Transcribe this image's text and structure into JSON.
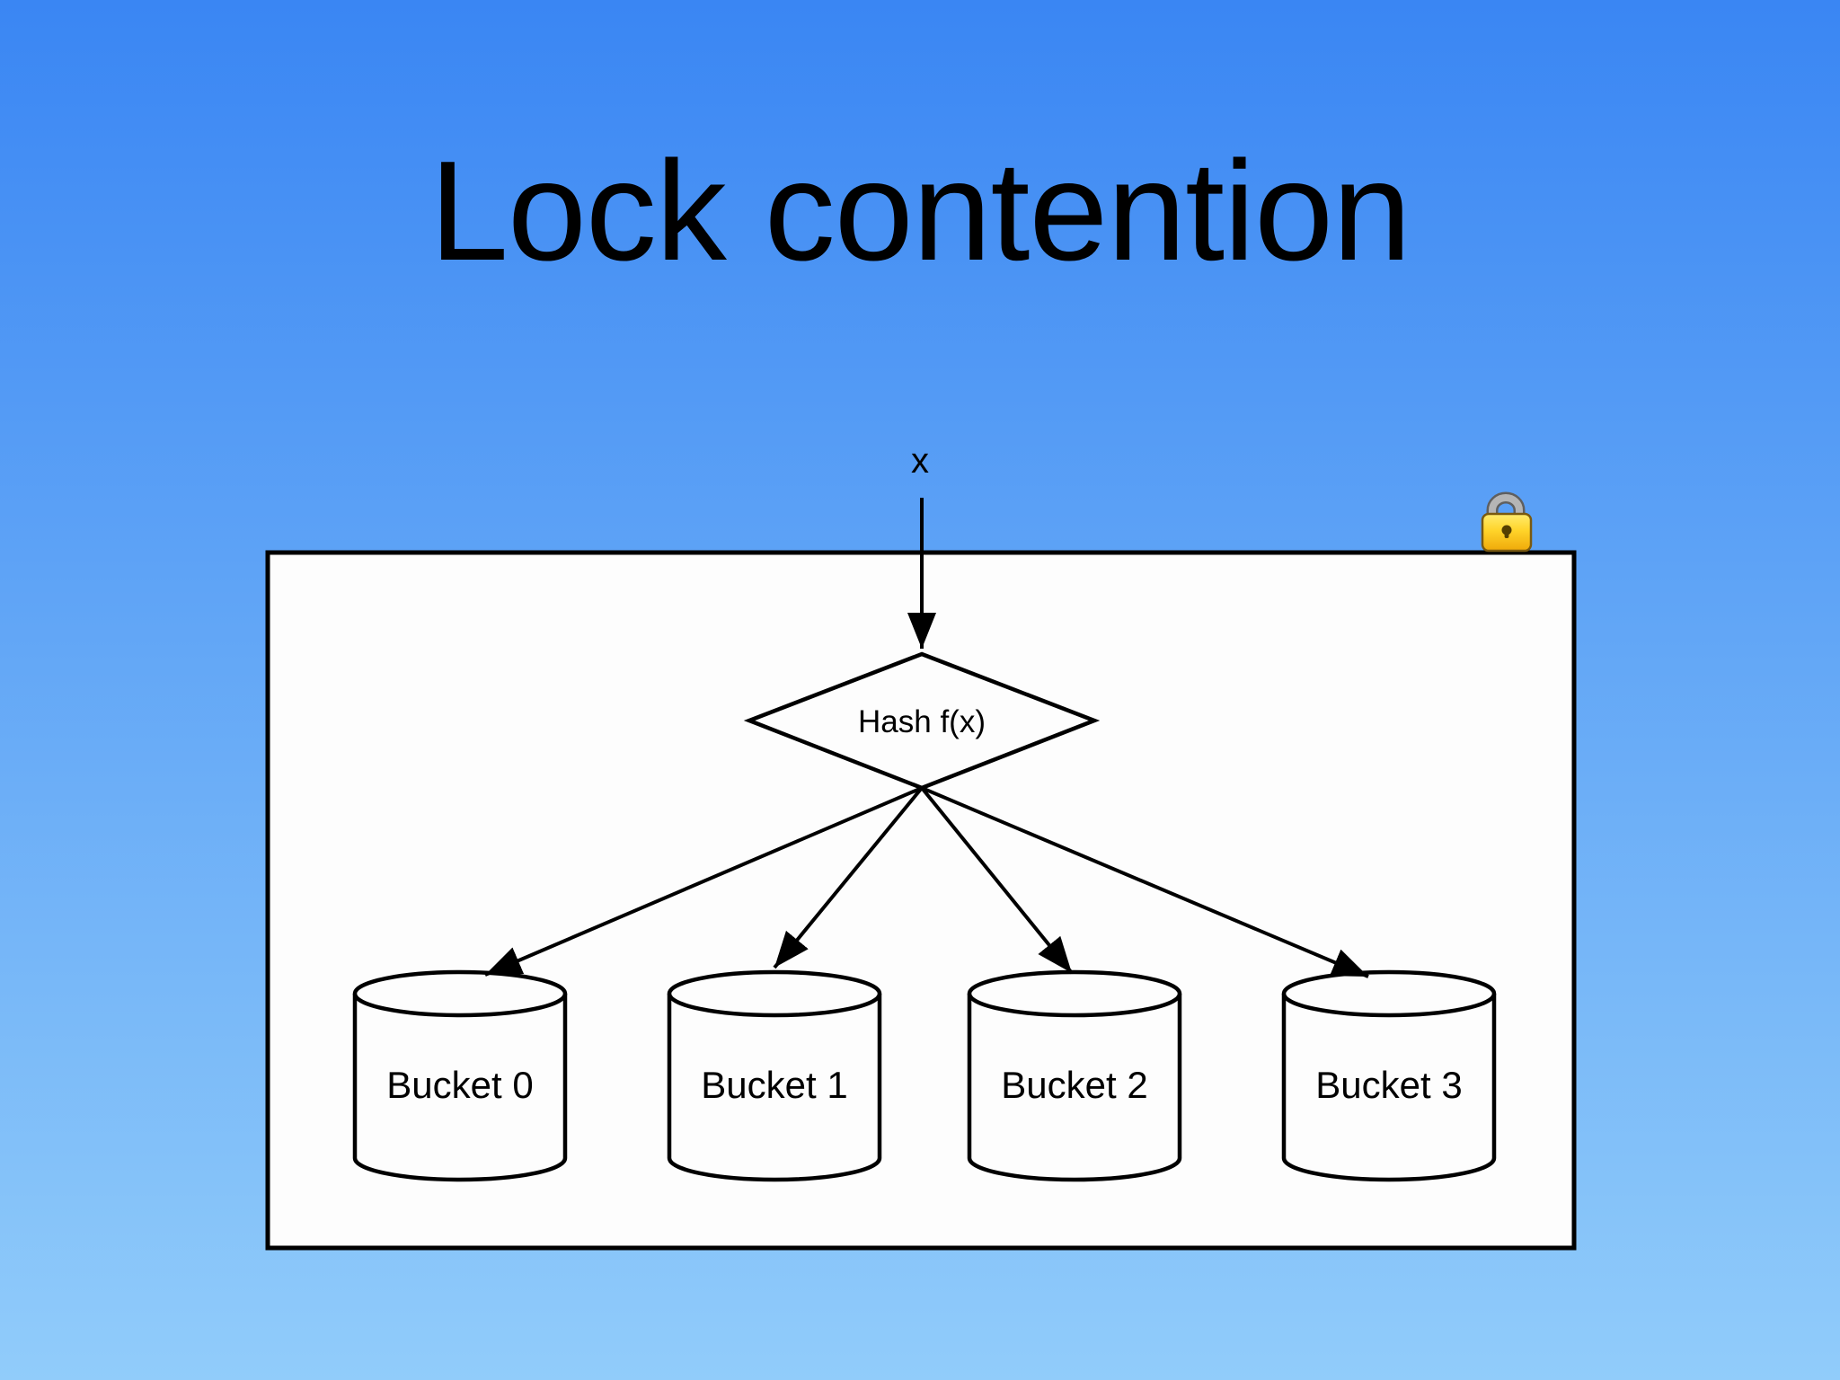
{
  "slide": {
    "title": "Lock contention"
  },
  "diagram": {
    "input_label": "x",
    "hash_label": "Hash f(x)",
    "buckets": [
      {
        "label": "Bucket 0"
      },
      {
        "label": "Bucket 1"
      },
      {
        "label": "Bucket 2"
      },
      {
        "label": "Bucket 3"
      }
    ]
  },
  "icons": {
    "lock": "padlock-icon"
  },
  "colors": {
    "background_top": "#3A86F3",
    "background_bottom": "#91CCFA",
    "box_fill": "#FDFDFD",
    "stroke": "#000000",
    "lock_body_light": "#FFEC6E",
    "lock_body": "#FFD42A",
    "lock_body_dark": "#EFA90A",
    "lock_outline": "#7A5A10",
    "lock_shackle_dark": "#5F5F5F",
    "lock_shackle": "#B5B5B5",
    "lock_keyhole": "#553F00"
  }
}
